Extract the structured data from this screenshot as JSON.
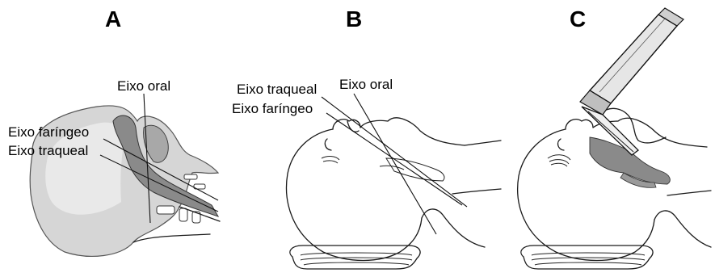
{
  "panels": [
    {
      "letter": "A",
      "labels": {
        "oral": "Eixo oral",
        "pharyngeal": "Eixo faríngeo",
        "tracheal": "Eixo traqueal"
      }
    },
    {
      "letter": "B",
      "labels": {
        "oral": "Eixo oral",
        "pharyngeal": "Eixo faríngeo",
        "tracheal": "Eixo traqueal"
      }
    },
    {
      "letter": "C"
    }
  ],
  "colors": {
    "airway_fill": "#8a8a8a",
    "head_shading": "#bdbdbd",
    "laryngoscope": "#d9d9d9",
    "ink": "#1a1a1a"
  },
  "icons": {
    "instrument": "laryngoscope-icon"
  }
}
